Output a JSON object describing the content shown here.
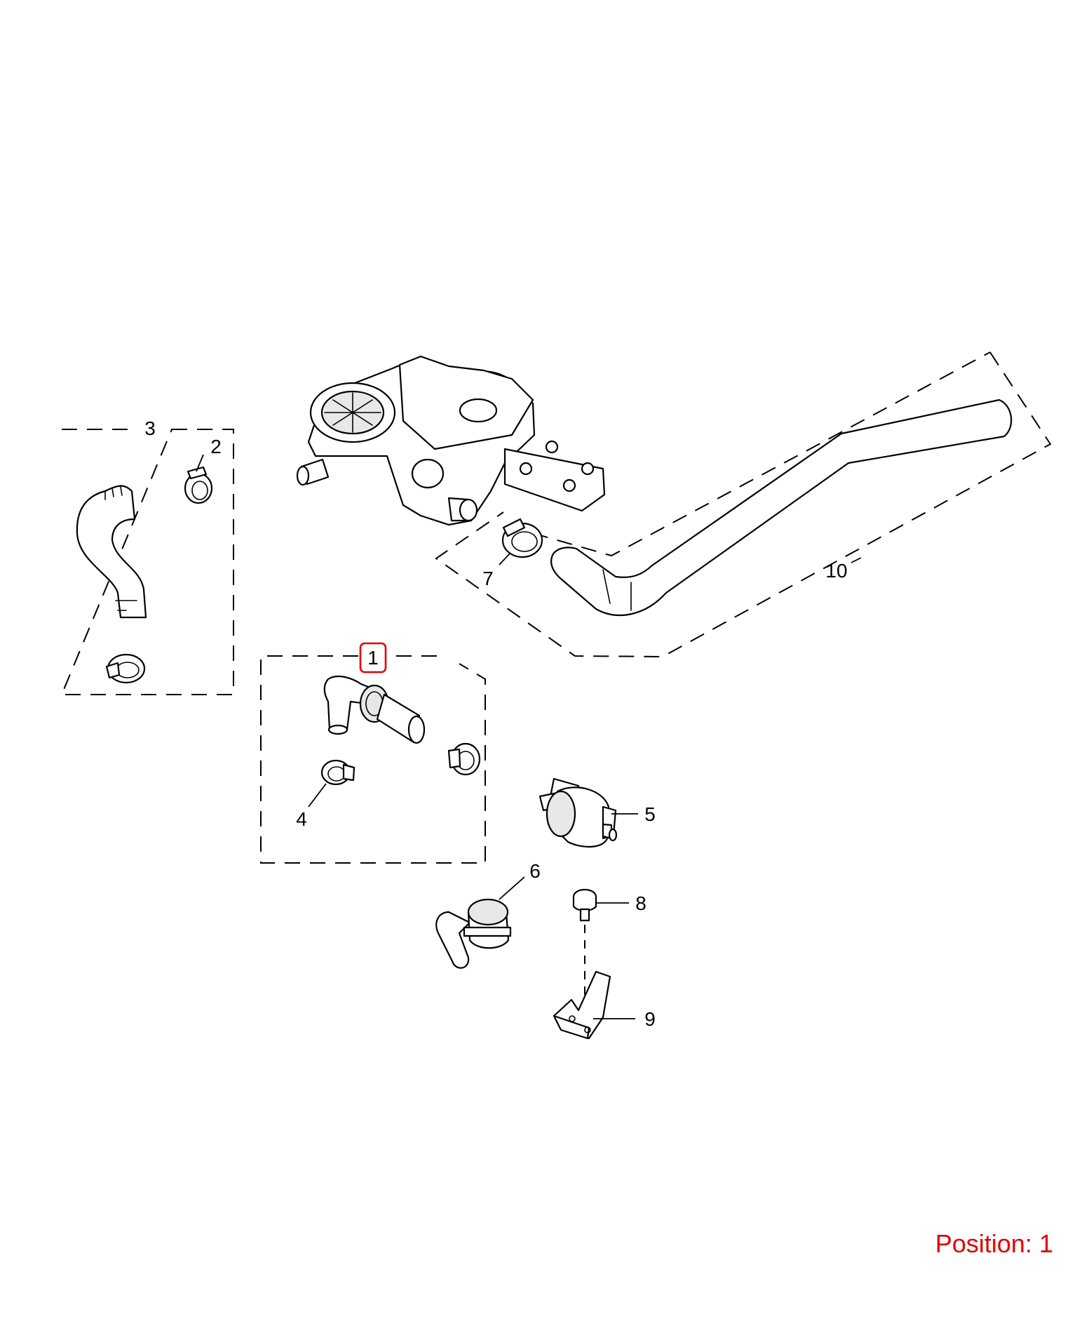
{
  "callouts": {
    "c1": "1",
    "c2": "2",
    "c3": "3",
    "c4": "4",
    "c5": "5",
    "c6": "6",
    "c7": "7",
    "c8": "8",
    "c9": "9",
    "c10": "10"
  },
  "highlight_color": "#e00000",
  "position": {
    "label": "Position:",
    "value": "1"
  }
}
